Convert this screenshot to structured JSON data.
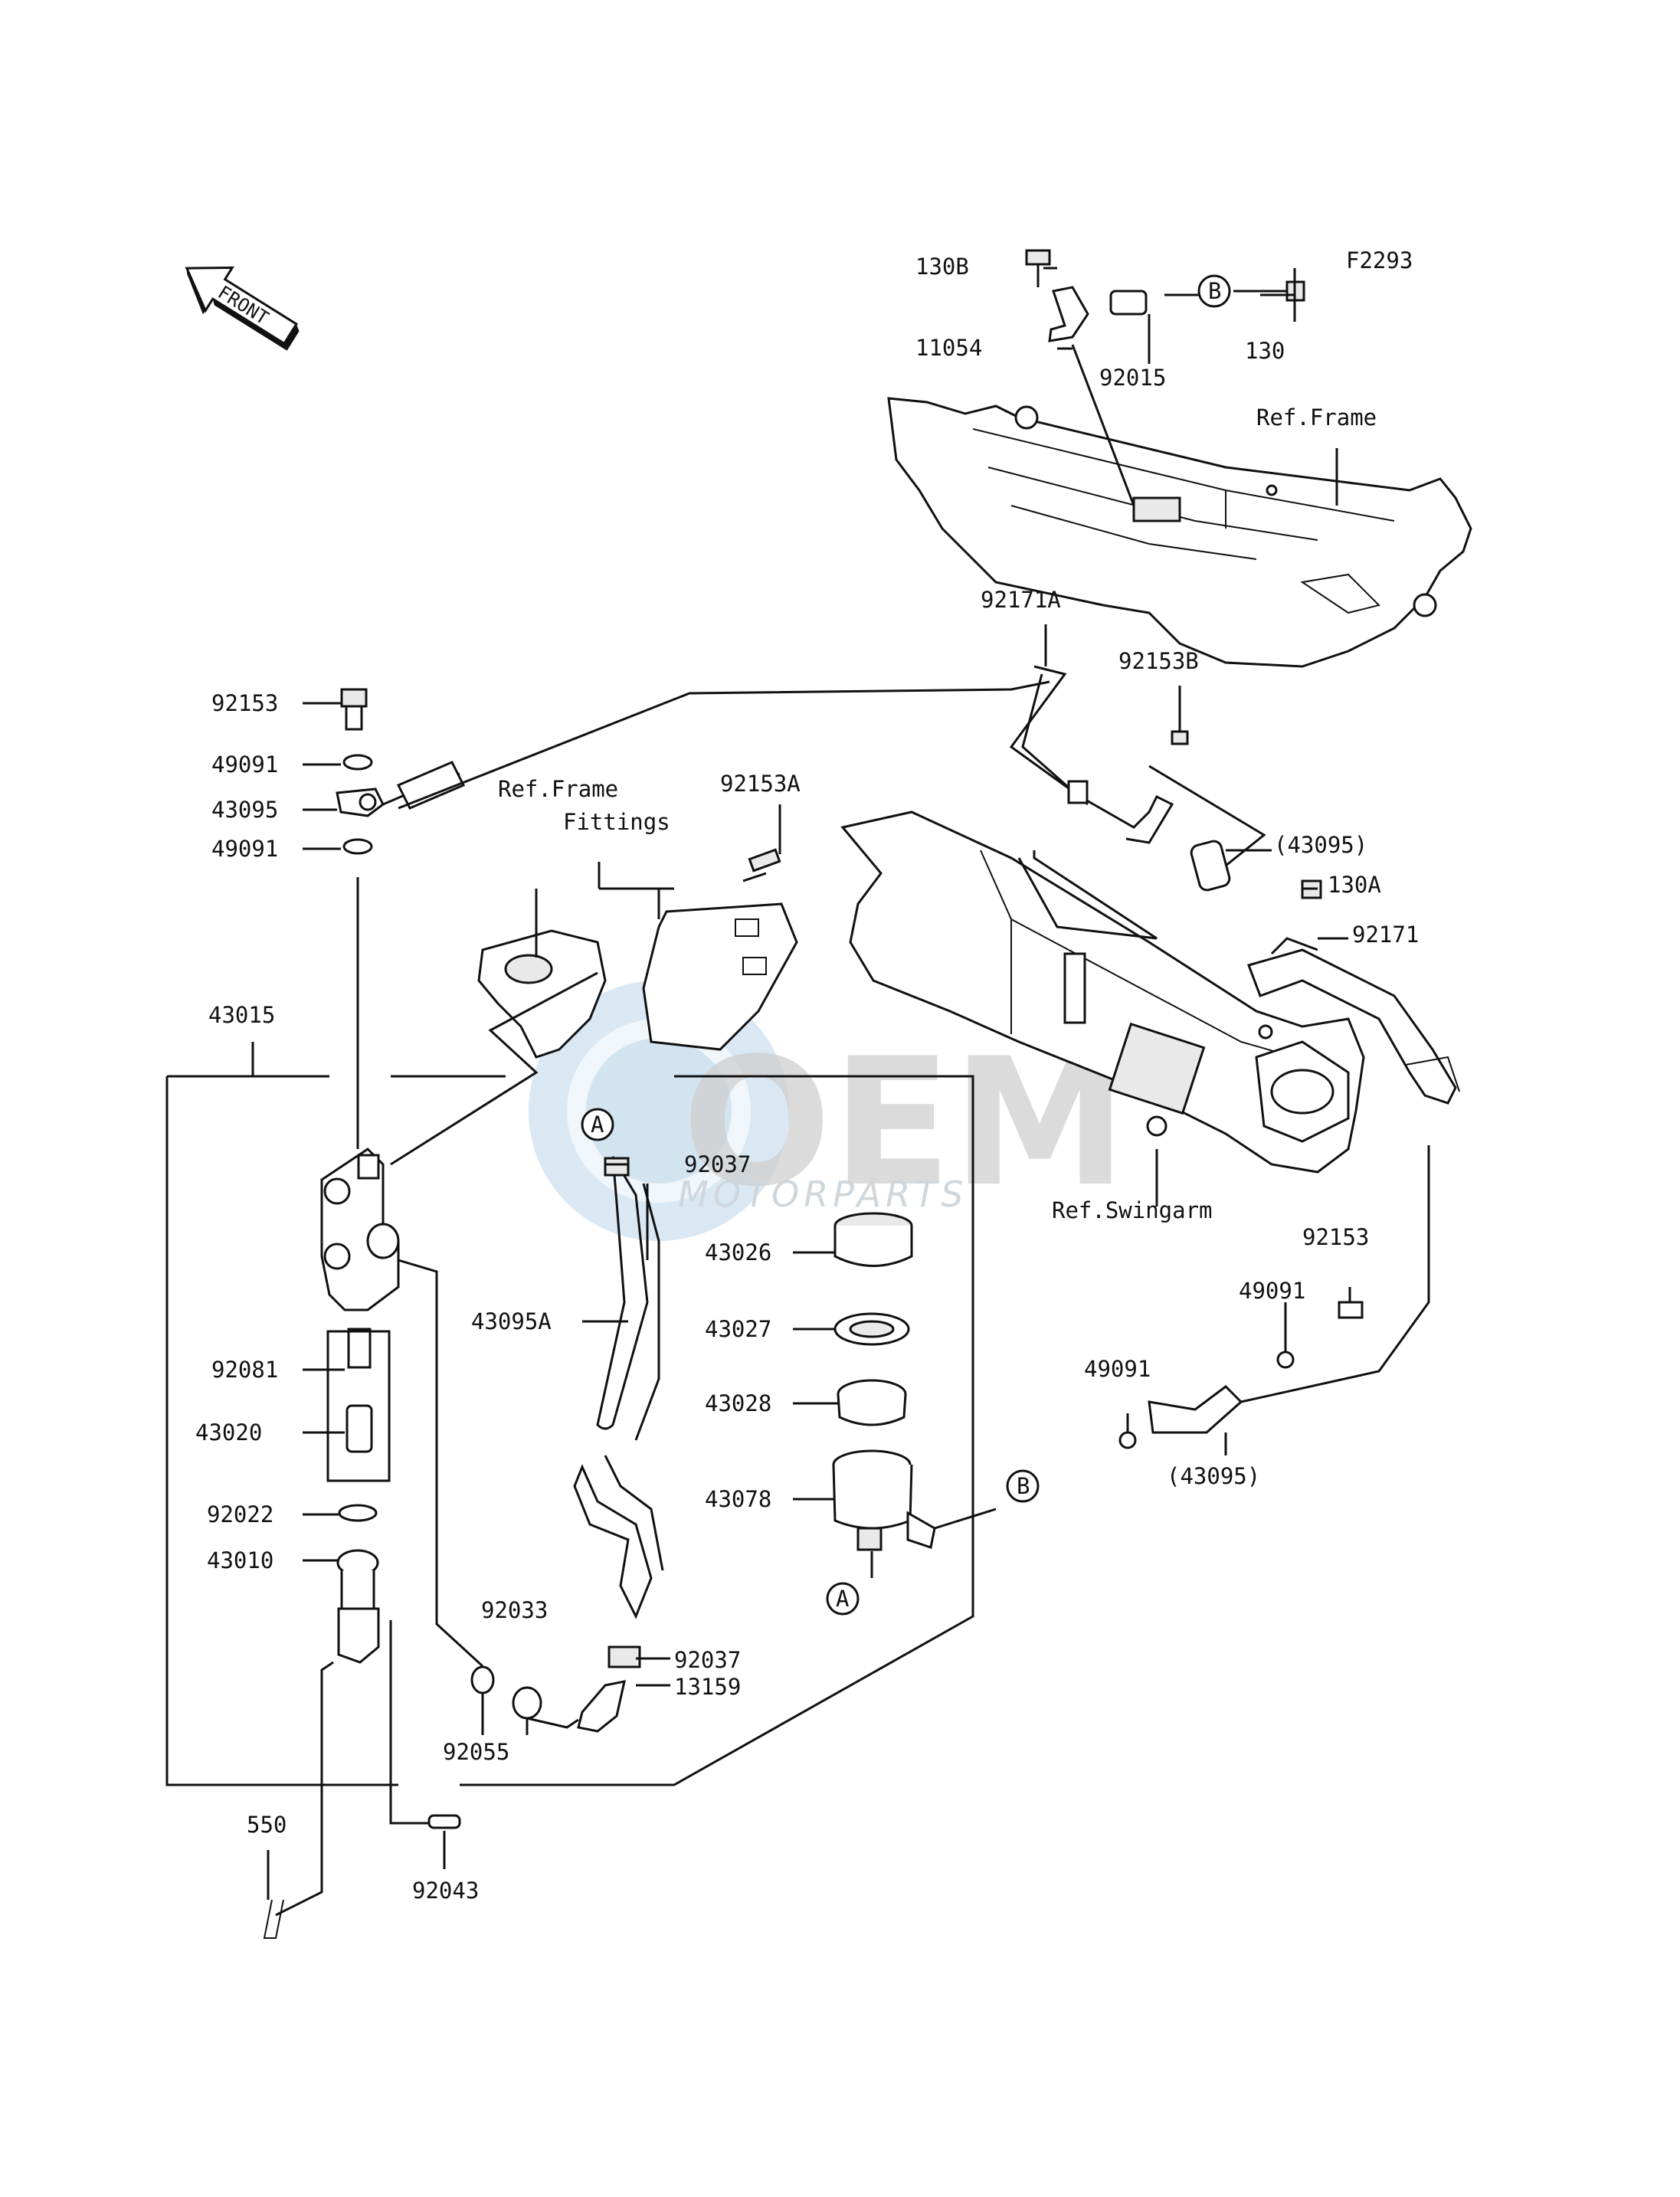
{
  "diagram_code": "F2293",
  "front_label": "FRONT",
  "watermark": {
    "main": "OEM",
    "sub": "MOTORPARTS"
  },
  "refs": {
    "frame": "Ref.Frame",
    "frame_fittings_1": "Ref.Frame",
    "frame_fittings_2": "Fittings",
    "swingarm": "Ref.Swingarm"
  },
  "markers": {
    "a": "A",
    "b": "B"
  },
  "parts": {
    "p130B": "130B",
    "p11054": "11054",
    "p92015": "92015",
    "p130": "130",
    "p92171A": "92171A",
    "p92153B": "92153B",
    "p43095_r1": "(43095)",
    "p130A": "130A",
    "p92171": "92171",
    "p92153_top": "92153",
    "p49091_a": "49091",
    "p43095": "43095",
    "p49091_b": "49091",
    "p92153A": "92153A",
    "p43015": "43015",
    "p92037_a": "92037",
    "p43026": "43026",
    "p43027": "43027",
    "p43028": "43028",
    "p43078": "43078",
    "p43095A": "43095A",
    "p92081": "92081",
    "p43020": "43020",
    "p92022": "92022",
    "p43010": "43010",
    "p92033": "92033",
    "p92037_b": "92037",
    "p13159": "13159",
    "p92055": "92055",
    "p550": "550",
    "p92043": "92043",
    "p92153_right": "92153",
    "p49091_r1": "49091",
    "p49091_r2": "49091",
    "p43095_r2": "(43095)"
  }
}
